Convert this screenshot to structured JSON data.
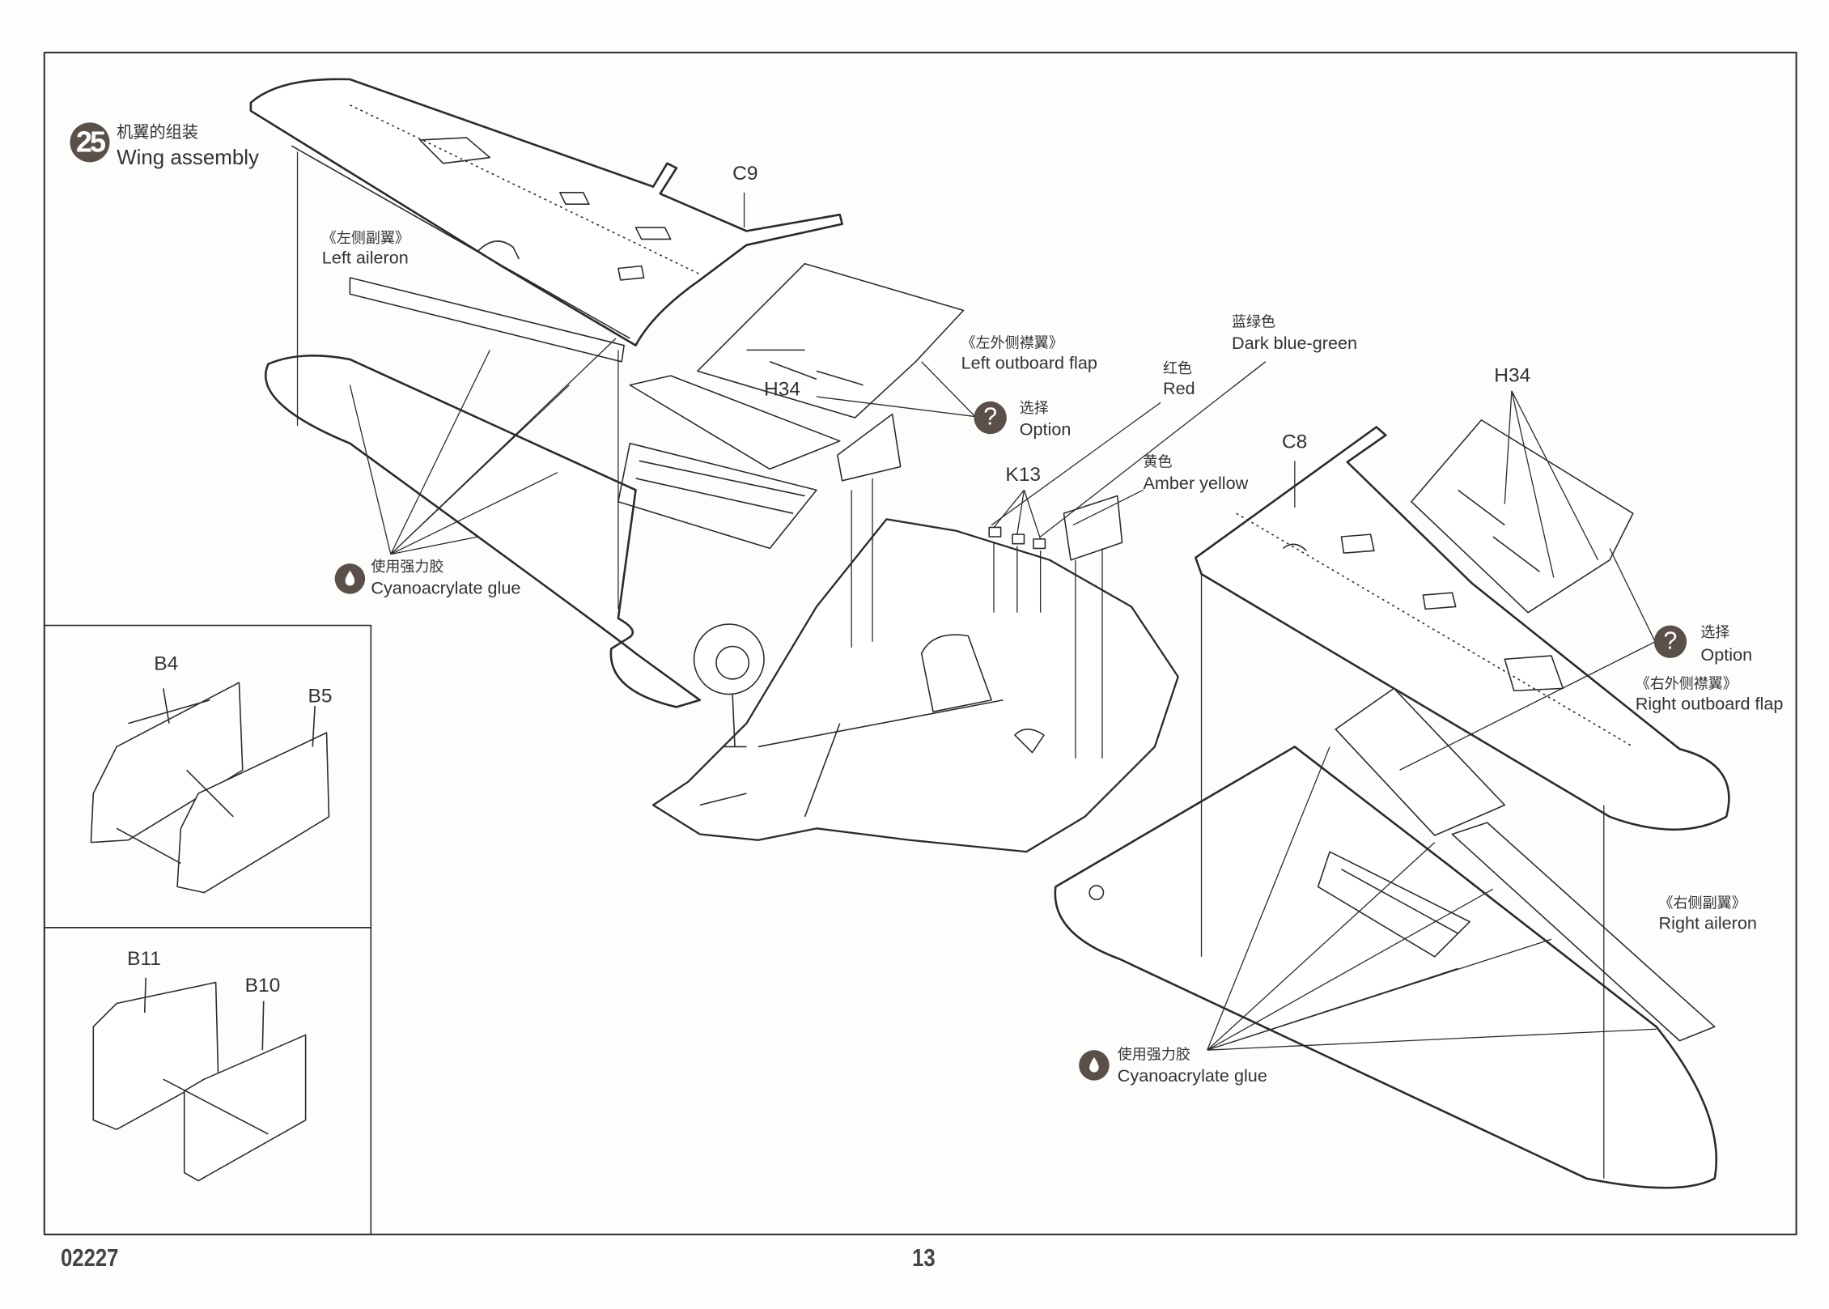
{
  "step": {
    "number": "25",
    "title_cn": "机翼的组装",
    "title_en": "Wing assembly"
  },
  "parts": {
    "c9": "C9",
    "c8": "C8",
    "h34_left": "H34",
    "h34_right": "H34",
    "k13": "K13",
    "b4": "B4",
    "b5": "B5",
    "b11": "B11",
    "b10": "B10"
  },
  "labels": {
    "left_aileron_cn": "《左侧副翼》",
    "left_aileron_en": "Left aileron",
    "left_flap_cn": "《左外侧襟翼》",
    "left_flap_en": "Left outboard flap",
    "right_flap_cn": "《右外侧襟翼》",
    "right_flap_en": "Right outboard flap",
    "right_aileron_cn": "《右侧副翼》",
    "right_aileron_en": "Right aileron",
    "option_cn": "选择",
    "option_en": "Option",
    "option_icon": "?",
    "glue_cn": "使用强力胶",
    "glue_en": "Cyanoacrylate glue"
  },
  "colors": {
    "blue_green_cn": "蓝绿色",
    "blue_green_en": "Dark blue-green",
    "red_cn": "红色",
    "red_en": "Red",
    "yellow_cn": "黄色",
    "yellow_en": "Amber yellow"
  },
  "footer": {
    "code": "02227",
    "page": "13"
  },
  "theme": {
    "badge": "#5b5049",
    "line": "#2b2b2b"
  }
}
